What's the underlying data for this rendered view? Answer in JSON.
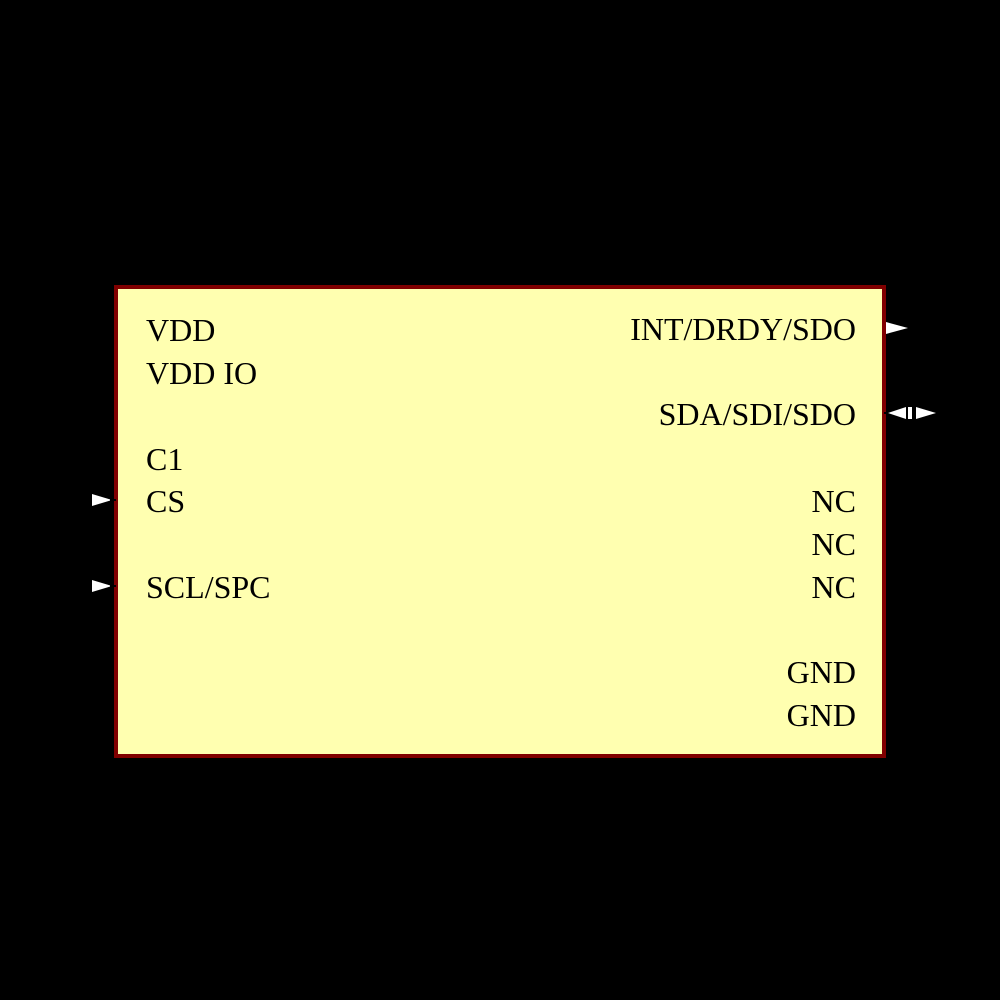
{
  "component": {
    "fill_color": "#ffffb0",
    "border_color": "#800000",
    "left_pins": [
      {
        "label": "VDD",
        "direction": "none"
      },
      {
        "label": "VDD IO",
        "direction": "none"
      },
      {
        "label": "C1",
        "direction": "none"
      },
      {
        "label": "CS",
        "direction": "input"
      },
      {
        "label": "SCL/SPC",
        "direction": "input"
      }
    ],
    "right_pins": [
      {
        "label": "INT/DRDY/SDO",
        "direction": "output"
      },
      {
        "label": "SDA/SDI/SDO",
        "direction": "bidirectional"
      },
      {
        "label": "NC",
        "direction": "none"
      },
      {
        "label": "NC",
        "direction": "none"
      },
      {
        "label": "NC",
        "direction": "none"
      },
      {
        "label": "GND",
        "direction": "none"
      },
      {
        "label": "GND",
        "direction": "none"
      }
    ]
  }
}
